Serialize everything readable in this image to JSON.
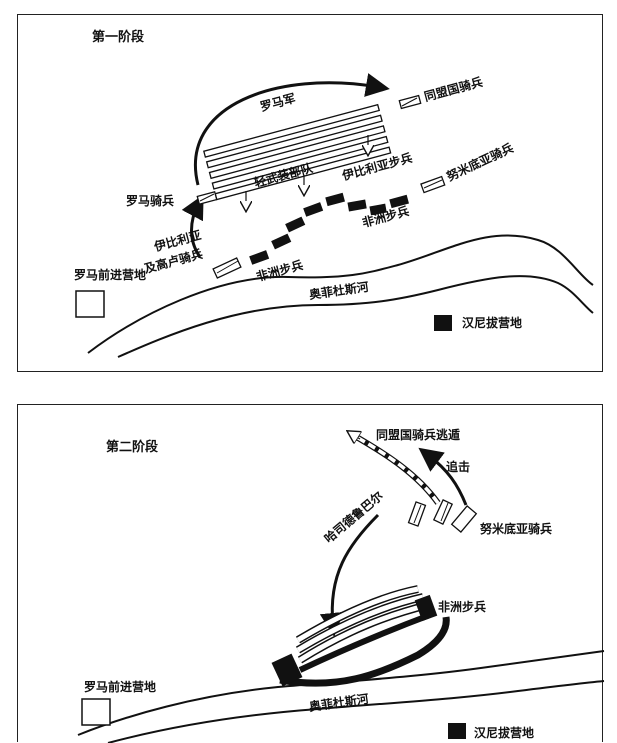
{
  "phase1": {
    "title": "第一阶段",
    "roman_army": "罗马军",
    "allied_cavalry": "同盟国骑兵",
    "light_infantry": "轻武装部队",
    "iberian_infantry": "伊比利亚步兵",
    "numidian_cavalry": "努米底亚骑兵",
    "roman_cavalry": "罗马骑兵",
    "african_infantry_right": "非洲步兵",
    "african_infantry_left": "非洲步兵",
    "iberian_gallic_cavalry_1": "伊比利亚",
    "iberian_gallic_cavalry_2": "及高卢骑兵",
    "roman_camp": "罗马前进营地",
    "river": "奥菲杜斯河",
    "hannibal_camp": "汉尼拔营地"
  },
  "phase2": {
    "title": "第二阶段",
    "allied_flee": "同盟国骑兵逃遁",
    "pursuit": "追击",
    "hasdrubal": "哈司德鲁巴尔",
    "numidian_cavalry": "努米底亚骑兵",
    "african_infantry": "非洲步兵",
    "roman_camp": "罗马前进营地",
    "river": "奥菲杜斯河",
    "hannibal_camp": "汉尼拔营地"
  },
  "colors": {
    "ink": "#111111",
    "paper": "#ffffff"
  }
}
